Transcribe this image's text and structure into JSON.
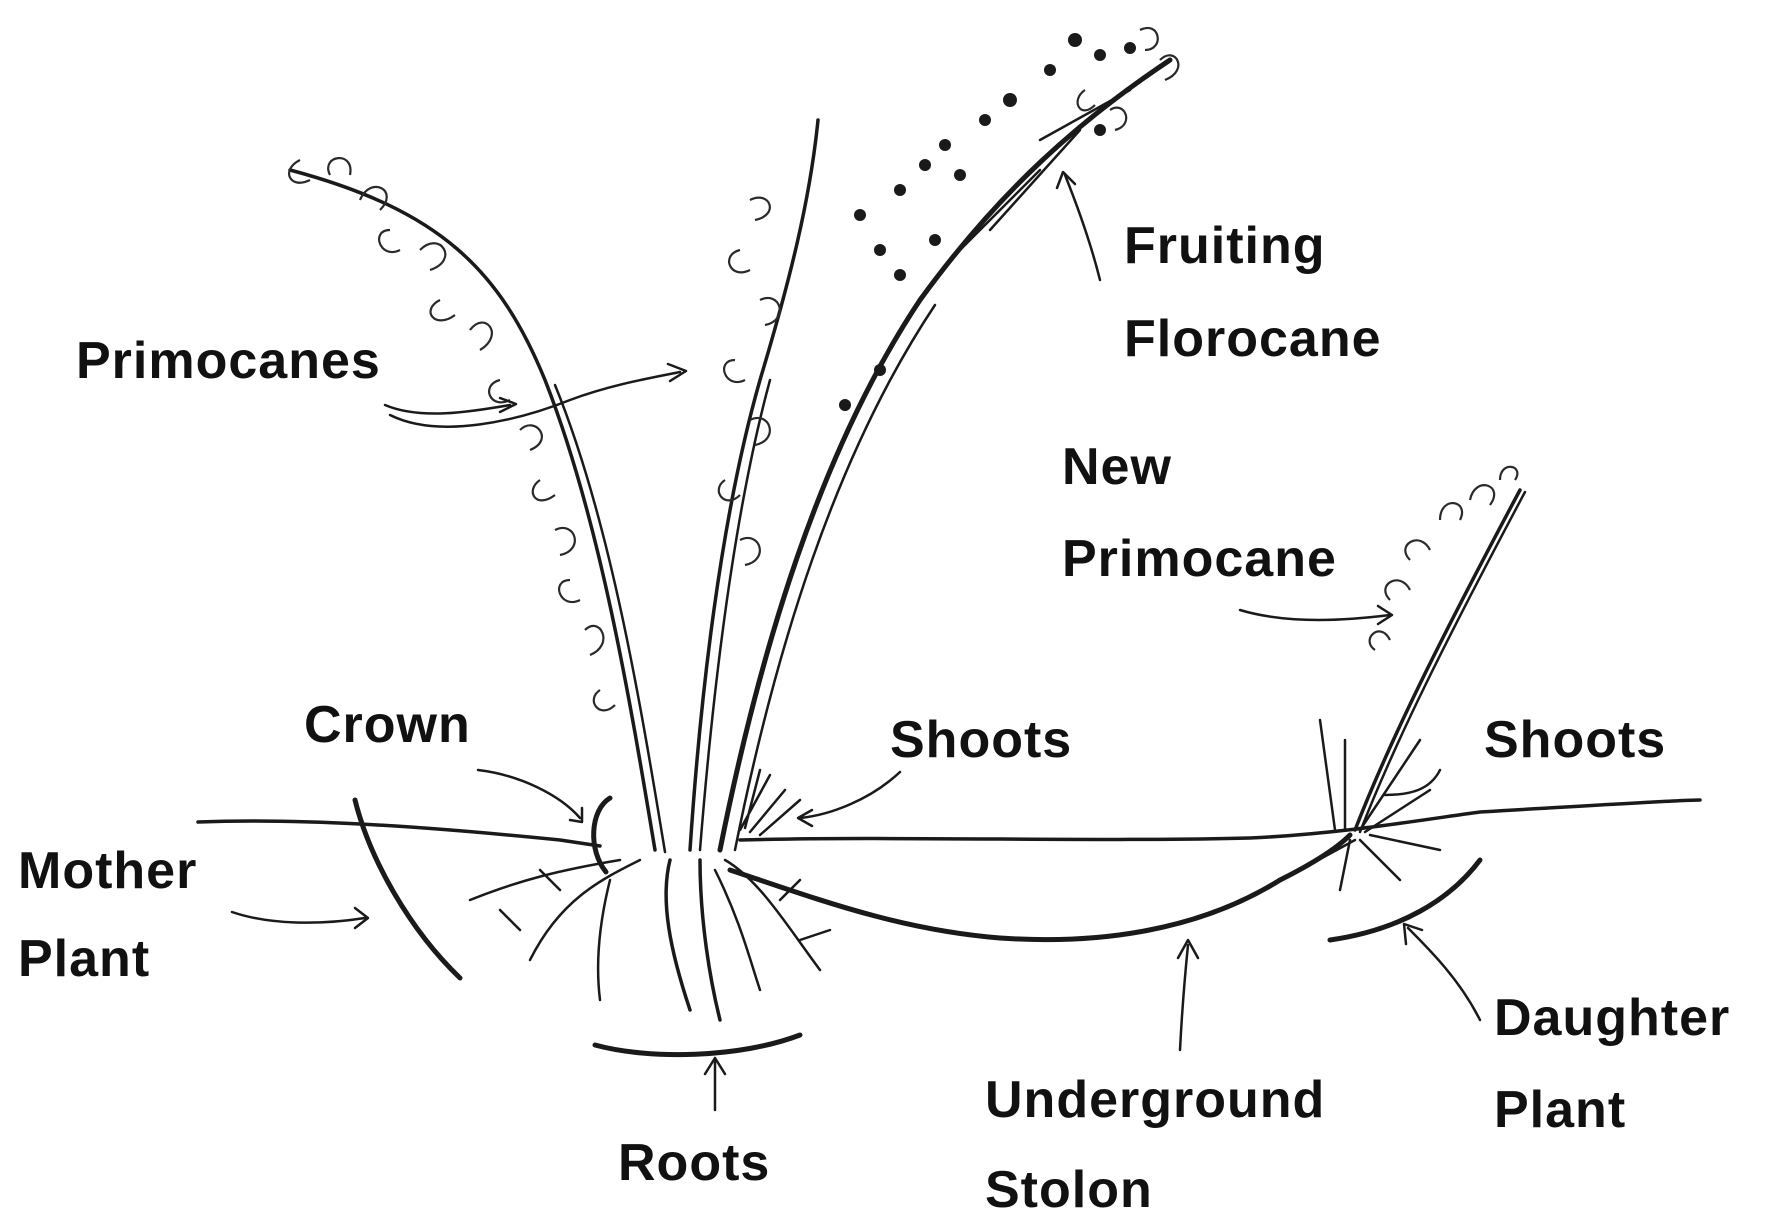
{
  "labels": {
    "primocanes": "Primocanes",
    "fruiting_line1": "Fruiting",
    "fruiting_line2": "Florocane",
    "new_line1": "New",
    "new_line2": "Primocane",
    "crown": "Crown",
    "shoots_left": "Shoots",
    "shoots_right": "Shoots",
    "mother_line1": "Mother",
    "mother_line2": "Plant",
    "roots": "Roots",
    "stolon_line1": "Underground",
    "stolon_line2": "Stolon",
    "daughter_line1": "Daughter",
    "daughter_line2": "Plant"
  },
  "colors": {
    "ink": "#1a1a1a",
    "background": "#ffffff"
  }
}
